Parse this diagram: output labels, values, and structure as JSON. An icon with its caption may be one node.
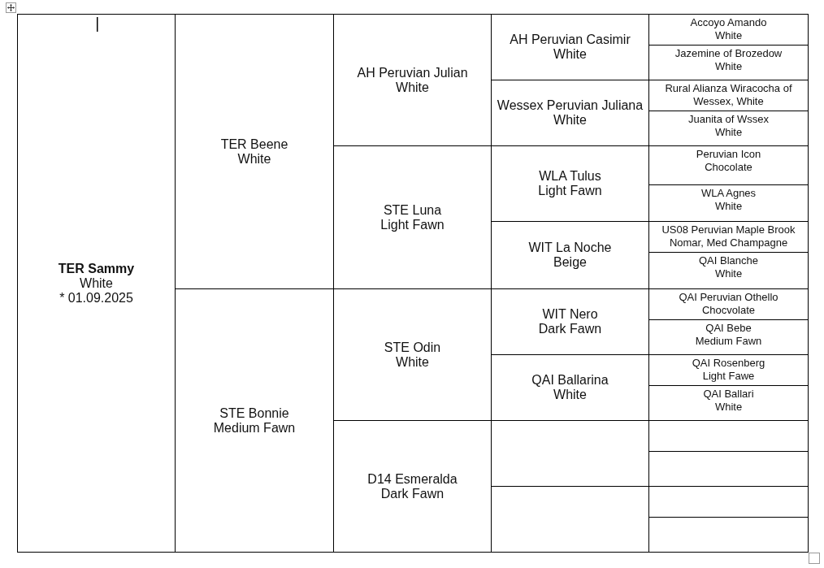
{
  "diagram": {
    "nodes": [
      {
        "text": [
          "TER Sammy",
          "White",
          "* 01.09.2025"
        ]
      },
      {
        "text": [
          "TER Beene",
          "White"
        ]
      },
      {
        "text": [
          "AH Peruvian Julian",
          "White"
        ]
      },
      {
        "text": [
          "AH Peruvian Casimir",
          "White"
        ]
      },
      {
        "text": [
          "Accoyo Amando",
          "White"
        ]
      },
      {
        "text": [
          "Jazemine of Brozedow",
          "White"
        ]
      },
      {
        "text": [
          "Wessex Peruvian Juliana",
          "White"
        ]
      },
      {
        "text": [
          "Rural Alianza Wiracocha of Wessex, White"
        ]
      },
      {
        "text": [
          "Juanita of Wssex",
          "White"
        ]
      },
      {
        "text": [
          "STE Luna",
          "Light Fawn"
        ]
      },
      {
        "text": [
          "WLA Tulus",
          "Light Fawn"
        ]
      },
      {
        "text": [
          "Peruvian Icon",
          "Chocolate"
        ]
      },
      {
        "text": [
          "WLA Agnes",
          "White"
        ]
      },
      {
        "text": [
          "WIT La Noche",
          "Beige"
        ]
      },
      {
        "text": [
          "US08 Peruvian Maple Brook Nomar, Med Champagne"
        ]
      },
      {
        "text": [
          "QAI Blanche",
          "White"
        ]
      },
      {
        "text": [
          "STE Bonnie",
          "Medium Fawn"
        ]
      },
      {
        "text": [
          "STE Odin",
          "White"
        ]
      },
      {
        "text": [
          "WIT Nero",
          "Dark Fawn"
        ]
      },
      {
        "text": [
          "QAI Peruvian Othello",
          "Chocvolate"
        ]
      },
      {
        "text": [
          "QAI Bebe",
          "Medium Fawn"
        ]
      },
      {
        "text": [
          "QAI Ballarina",
          "White"
        ]
      },
      {
        "text": [
          "QAI Rosenberg",
          "Light Fawe"
        ]
      },
      {
        "text": [
          "QAI Ballari",
          "White"
        ]
      },
      {
        "text": [
          "D14 Esmeralda",
          "Dark Fawn"
        ]
      },
      {
        "text": [],
        "shape": "box"
      },
      {
        "text": [],
        "shape": "box"
      },
      {
        "text": [],
        "shape": "box"
      },
      {
        "text": [],
        "shape": "box"
      },
      {
        "text": [],
        "shape": "box"
      },
      {
        "text": [],
        "shape": "box"
      }
    ]
  }
}
